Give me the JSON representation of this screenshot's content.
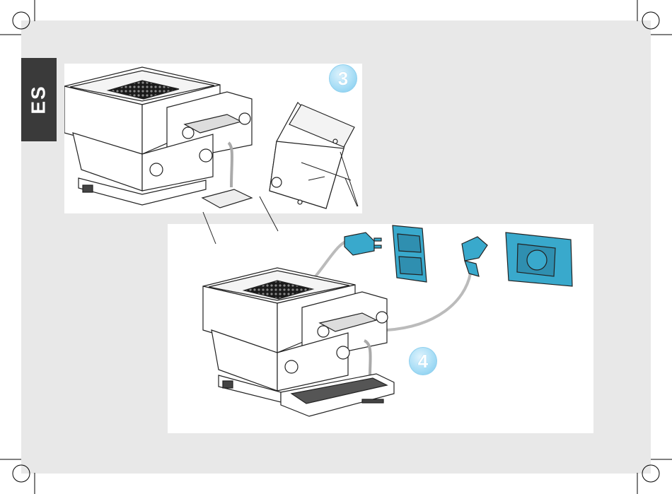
{
  "language_tab": {
    "label": "ES"
  },
  "steps": [
    {
      "number": "3"
    },
    {
      "number": "4"
    }
  ],
  "colors": {
    "accent_blue": "#39a9cc",
    "badge_blue": "#a9def6",
    "tab_dark": "#3a3a3a",
    "page_gray": "#e8e8e8"
  },
  "icons": [
    "coffee-machine-illustration",
    "drip-tray-illustration",
    "us-plug-icon",
    "us-outlet-icon",
    "eu-plug-icon",
    "eu-outlet-icon"
  ]
}
